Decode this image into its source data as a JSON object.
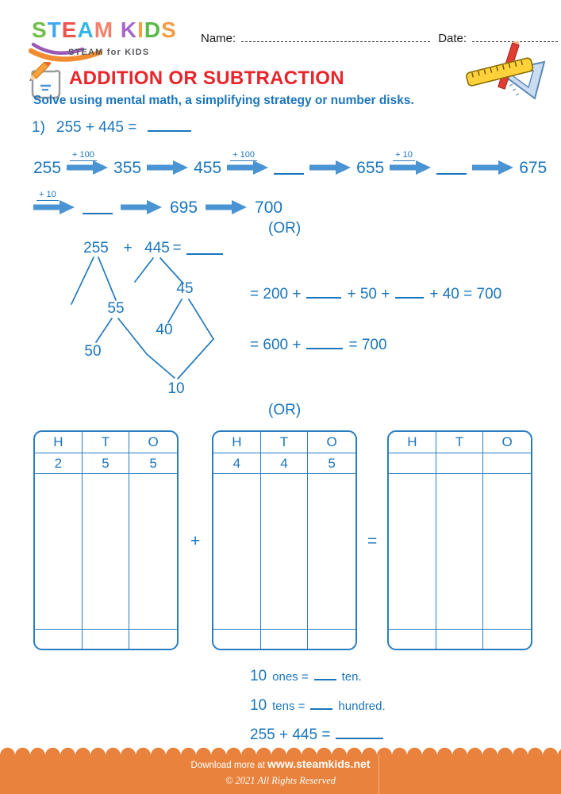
{
  "logo": {
    "letters": [
      {
        "ch": "S",
        "color": "#6FBE47"
      },
      {
        "ch": "T",
        "color": "#41A7F5"
      },
      {
        "ch": "E",
        "color": "#EF5350"
      },
      {
        "ch": "A",
        "color": "#35B6E9"
      },
      {
        "ch": "M",
        "color": "#F4826B"
      },
      {
        "ch": " ",
        "color": "#000000"
      },
      {
        "ch": "K",
        "color": "#A768C9"
      },
      {
        "ch": "I",
        "color": "#F7A03C"
      },
      {
        "ch": "D",
        "color": "#58B947"
      },
      {
        "ch": "S",
        "color": "#F59B42"
      }
    ],
    "tagline": "STEAM for KIDS"
  },
  "form": {
    "name_label": "Name:",
    "date_label": "Date:"
  },
  "title": {
    "text": "ADDITION OR SUBTRACTION"
  },
  "instruction": "Solve using mental math, a simplifying strategy or number disks.",
  "problem": {
    "index": "1)",
    "equation": "255 + 445 ="
  },
  "number_line": {
    "row1": [
      {
        "type": "num",
        "text": "255"
      },
      {
        "type": "arrow",
        "label": "+ 100"
      },
      {
        "type": "num",
        "text": "355"
      },
      {
        "type": "arrow",
        "label": ""
      },
      {
        "type": "num",
        "text": "455"
      },
      {
        "type": "arrow",
        "label": "+ 100"
      },
      {
        "type": "blank"
      },
      {
        "type": "arrow",
        "label": ""
      },
      {
        "type": "num",
        "text": "655"
      },
      {
        "type": "arrow",
        "label": "+ 10"
      },
      {
        "type": "blank"
      },
      {
        "type": "arrow",
        "label": ""
      },
      {
        "type": "num",
        "text": "675"
      }
    ],
    "row2": [
      {
        "type": "arrow",
        "label": "+ 10"
      },
      {
        "type": "blank"
      },
      {
        "type": "arrow",
        "label": ""
      },
      {
        "type": "num",
        "text": "695"
      },
      {
        "type": "arrow",
        "label": ""
      },
      {
        "type": "num",
        "text": "700"
      }
    ]
  },
  "or_label_1": "(OR)",
  "or_label_2": "(OR)",
  "bond": {
    "a": "255",
    "op": "+",
    "b": "445",
    "eq": "=",
    "n55": "55",
    "n45": "45",
    "n50": "50",
    "n40": "40",
    "n10": "10"
  },
  "equations": {
    "eq1_p1": "= 200 +",
    "eq1_p2": "+ 50 +",
    "eq1_p3": "+ 40 = 700",
    "eq2_p1": "= 600 +",
    "eq2_p2": "= 700"
  },
  "place_value": {
    "headers": [
      "H",
      "T",
      "O"
    ],
    "tables": [
      {
        "digits": [
          "2",
          "5",
          "5"
        ]
      },
      {
        "digits": [
          "4",
          "4",
          "5"
        ]
      },
      {
        "digits": [
          "",
          "",
          ""
        ]
      }
    ],
    "plus": "+",
    "equals": "="
  },
  "bottom": {
    "line1": {
      "prefix": "10",
      "before": "ones =",
      "after": "ten."
    },
    "line2": {
      "prefix": "10",
      "before": "tens =",
      "after": "hundred."
    },
    "line3": {
      "prefix": "255 + 445 ="
    }
  },
  "footer": {
    "download_prefix": "Download more at",
    "url": "www.steamkids.net",
    "copyright": "© 2021 All Rights Reserved"
  },
  "colors": {
    "text_blue": "#1B75BC",
    "title_red": "#E8252B",
    "footer_orange": "#E8823C",
    "arrow_blue": "#4A94D4"
  }
}
